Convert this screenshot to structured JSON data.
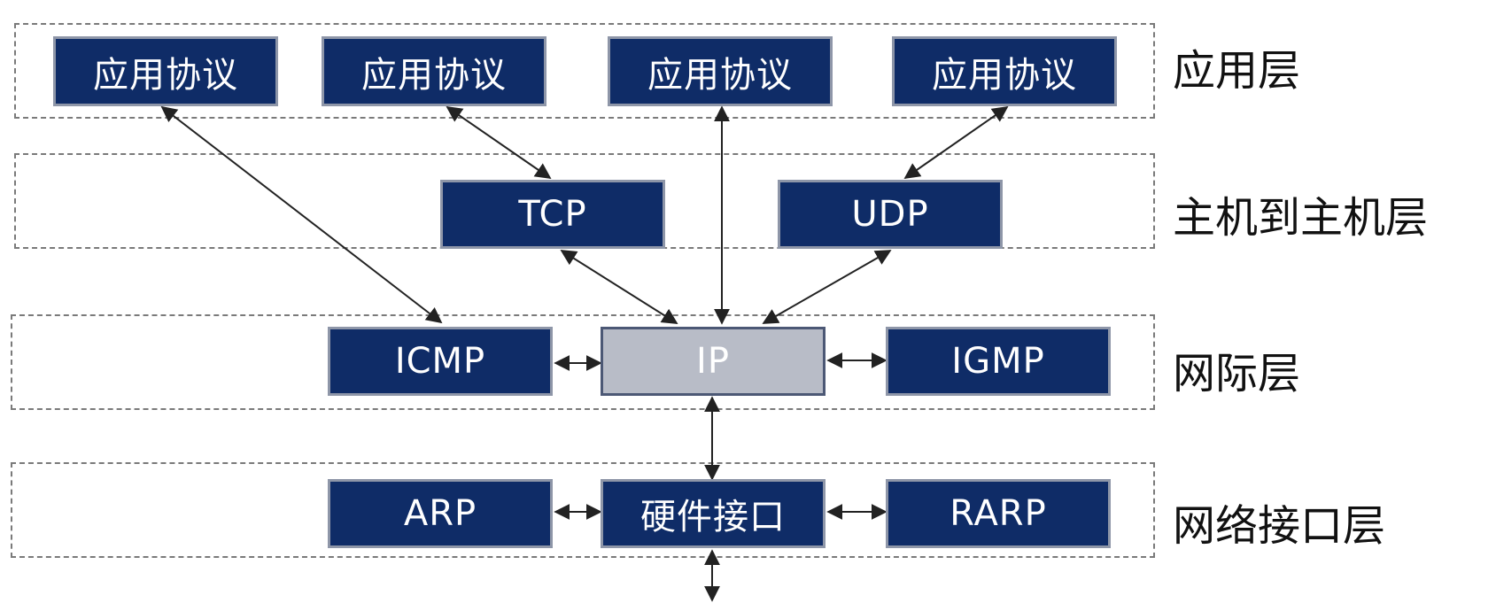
{
  "layers": [
    {
      "id": "application",
      "label": "应用层"
    },
    {
      "id": "host-to-host",
      "label": "主机到主机层"
    },
    {
      "id": "internet",
      "label": "网际层"
    },
    {
      "id": "network-interface",
      "label": "网络接口层"
    }
  ],
  "application_boxes": [
    "应用协议",
    "应用协议",
    "应用协议",
    "应用协议"
  ],
  "host_boxes": {
    "tcp": "TCP",
    "udp": "UDP"
  },
  "internet_boxes": {
    "icmp": "ICMP",
    "ip": "IP",
    "igmp": "IGMP"
  },
  "interface_boxes": {
    "arp": "ARP",
    "hardware": "硬件接口",
    "rarp": "RARP"
  },
  "colors": {
    "box_fill": "#0f2c67",
    "box_border": "#8e96a8",
    "ip_fill": "#b8bcc7",
    "dashed_border": "#7a7a7a",
    "arrow": "#222222"
  }
}
